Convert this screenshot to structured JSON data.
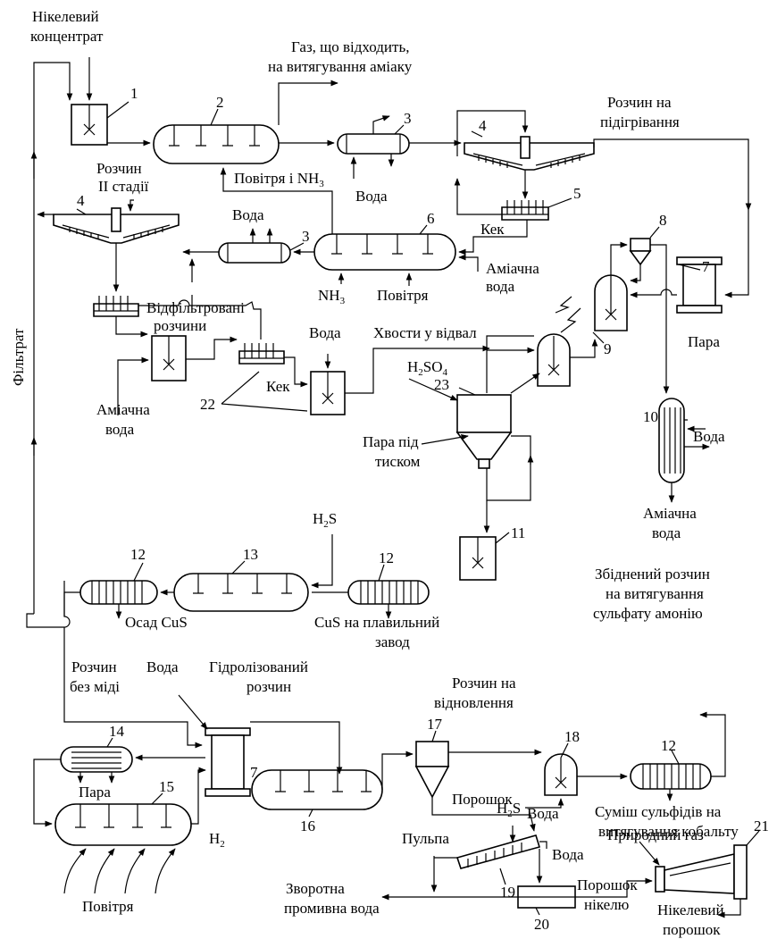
{
  "labels": {
    "nickel_concentrate": [
      "Нікелевий",
      "концентрат"
    ],
    "offgas": [
      "Газ, що відходить,",
      "на витягування аміаку"
    ],
    "solution_heating": [
      "Розчин на",
      "підігрівання"
    ],
    "solution_stage2": [
      "Розчин",
      "II стадії"
    ],
    "air_nh3": "Повітря і NH",
    "air_nh3_sub": "3",
    "water_a": "Вода",
    "water_b": "Вода",
    "cake_a": "Кек",
    "ammonia_water_a": [
      "Аміачна",
      "вода"
    ],
    "nh3": "NH",
    "nh3_sub": "3",
    "air_a": "Повітря",
    "filtered_solutions": [
      "Відфільтровані",
      "розчини"
    ],
    "water_c": "Вода",
    "tailings": "Хвости у відвал",
    "h2so4": "H",
    "h2so4_sub1": "2",
    "h2so4_mid": "SO",
    "h2so4_sub2": "4",
    "cake_b": "Кек",
    "ammonia_water_b": [
      "Аміачна",
      "вода"
    ],
    "steam_pressure": [
      "Пара під",
      "тиском"
    ],
    "steam_a": "Пара",
    "water_d": "Вода",
    "ammonia_water_c": [
      "Аміачна",
      "вода"
    ],
    "filtrate": "Фільтрат",
    "h2s_a": "H",
    "h2s_a_sub": "2",
    "h2s_a_rest": "S",
    "cus_precip": "Осад CuS",
    "cus_smelter": [
      "CuS на плавильний",
      "завод"
    ],
    "depleted_solution": [
      "Збіднений розчин",
      "на витягування",
      "сульфату амонію"
    ],
    "solution_no_copper": [
      "Розчин",
      "без міді"
    ],
    "water_e": "Вода",
    "hydrolyzed": [
      "Гідролізований",
      "розчин"
    ],
    "solution_reduction": [
      "Розчин на",
      "відновлення"
    ],
    "h2s_b": "H",
    "h2s_b_sub": "2",
    "h2s_b_rest": "S",
    "sulfides_mix": [
      "Суміш сульфідів на",
      "витягування кобальту"
    ],
    "steam_b": "Пара",
    "powder": "Порошок",
    "water_f": "Вода",
    "pulp": "Пульпа",
    "h2": "H",
    "h2_sub": "2",
    "water_g": "Вода",
    "natural_gas": "Природний газ",
    "air_b": "Повітря",
    "return_wash": [
      "Зворотна",
      "промивна вода"
    ],
    "nickel_powder_a": [
      "Порошок",
      "нікелю"
    ],
    "nickel_powder_b": [
      "Нікелевий",
      "порошок"
    ]
  },
  "numbers": {
    "n1": "1",
    "n2": "2",
    "n3a": "3",
    "n3b": "3",
    "n4a": "4",
    "n4b": "4",
    "n5": "5",
    "n6": "6",
    "n7a": "7",
    "n7b": "7",
    "n8": "8",
    "n9": "9",
    "n10": "10",
    "n11": "11",
    "n12a": "12",
    "n12b": "12",
    "n12c": "12",
    "n13": "13",
    "n14": "14",
    "n15": "15",
    "n16": "16",
    "n17": "17",
    "n18": "18",
    "n19": "19",
    "n20": "20",
    "n21": "21",
    "n22": "22",
    "n23": "23"
  }
}
